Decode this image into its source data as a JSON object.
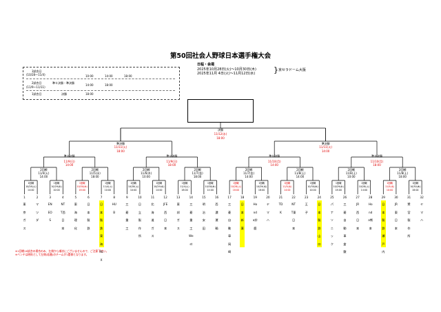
{
  "title": "第50回社会人野球日本選手権大会",
  "venue": {
    "header": "日程・会場",
    "dates": [
      "2025年10月28日(火)～10月30日(木)",
      "2025年11月 4日(火)～11月12日(水)"
    ],
    "stadium": "京セラドーム大阪"
  },
  "schedule": [
    {
      "round": "3試合日",
      "dates": "(10/28～11/4)",
      "times": [
        "10:00",
        "14:00",
        "18:00"
      ]
    },
    {
      "round": "2試合日",
      "sub": "準々決勝・準決勝",
      "dates": "(11/9～11/11)",
      "times": [
        "14:00",
        "18:00"
      ]
    },
    {
      "round": "1試合日",
      "sub": "決勝",
      "dates": "",
      "times": [
        "18:00"
      ]
    }
  ],
  "final": {
    "label": "決勝",
    "date": "11/12(水)",
    "time": "18:00"
  },
  "semis": [
    {
      "label": "準決勝",
      "date": "11/11(火)",
      "time": "18:00"
    },
    {
      "label": "準決勝",
      "date": "11/11(火)",
      "time": "14:00"
    }
  ],
  "quarters": [
    {
      "label": "準々決勝",
      "date": "11/9(日)",
      "time": "14:00"
    },
    {
      "label": "準々決勝",
      "date": "11/9(日)",
      "time": "18:00"
    },
    {
      "label": "準々決勝",
      "date": "11/10(月)",
      "time": "14:00"
    },
    {
      "label": "準々決勝",
      "date": "11/10(月)",
      "time": "18:00"
    }
  ],
  "round2": [
    {
      "label": "2回戦",
      "date": "11/4(火)",
      "time": "14:00"
    },
    {
      "label": "2回戦",
      "date": "11/5(水)",
      "time": "18:00"
    },
    {
      "label": "2回戦",
      "date": "11/6(木)",
      "time": "10:00"
    },
    {
      "label": "2回戦",
      "date": "11/7(金)",
      "time": "18:00"
    },
    {
      "label": "2回戦",
      "date": "11/7(金)",
      "time": "14:00"
    },
    {
      "label": "2回戦",
      "date": "11/8(土)",
      "time": "14:00"
    },
    {
      "label": "2回戦",
      "date": "11/8(土)",
      "time": "10:00"
    },
    {
      "label": "2回戦",
      "date": "11/8(土)",
      "time": "18:00"
    }
  ],
  "round1": [
    {
      "label": "1回戦",
      "date": "10/28(火)",
      "time": "14:00"
    },
    {
      "label": "1回戦",
      "date": "10/29(水)",
      "time": "10:00"
    },
    {
      "label": "1回戦",
      "date": "10/30(木)",
      "time": "18:00",
      "red": true
    },
    {
      "label": "1回戦",
      "date": "11/4(火)",
      "time": "10:00"
    },
    {
      "label": "1回戦",
      "date": "10/28(火)",
      "time": "10:00"
    },
    {
      "label": "1回戦",
      "date": "10/29(水)",
      "time": "14:00"
    },
    {
      "label": "1回戦",
      "date": "11/4(火)",
      "time": "18:00"
    },
    {
      "label": "1回戦",
      "date": "10/30(木)",
      "time": "14:00"
    },
    {
      "label": "1回戦",
      "date": "10/28(火)",
      "time": "18:00",
      "red": true
    },
    {
      "label": "1回戦",
      "date": "10/29(水)",
      "time": "18:00"
    },
    {
      "label": "1回戦",
      "date": "11/5(水)",
      "time": "14:00",
      "red": true
    },
    {
      "label": "1回戦",
      "date": "10/30(木)",
      "time": "10:00"
    },
    {
      "label": "1回戦",
      "date": "10/29(水)",
      "time": "18:00"
    },
    {
      "label": "1回戦",
      "date": "10/28(火)",
      "time": "14:00"
    },
    {
      "label": "1回戦",
      "date": "11/5(水)",
      "time": "10:00",
      "red": true
    },
    {
      "label": "1回戦",
      "date": "10/30(木)",
      "time": "18:00"
    }
  ],
  "teams": [
    {
      "no": "1",
      "name": "東京ガス"
    },
    {
      "no": "2",
      "name": "マツダ"
    },
    {
      "no": "3",
      "name": "ENEOS"
    },
    {
      "no": "4",
      "name": "NTT西日本"
    },
    {
      "no": "5",
      "name": "東海理化"
    },
    {
      "no": "6",
      "name": "日本製鉄"
    },
    {
      "no": "7",
      "name": "日本製鉄東海REX",
      "hl": true
    },
    {
      "no": "8",
      "name": "HUB"
    },
    {
      "no": "9",
      "name": "三菱重工"
    },
    {
      "no": "10",
      "name": "日立製作所"
    },
    {
      "no": "11",
      "name": "北海道ガス"
    },
    {
      "no": "12",
      "name": "JFE西日本"
    },
    {
      "no": "13",
      "name": "東邦ガス"
    },
    {
      "no": "14",
      "name": "三菱重工West"
    },
    {
      "no": "15",
      "name": "明治安田"
    },
    {
      "no": "16",
      "name": "西濃運輸"
    },
    {
      "no": "17",
      "name": "三菱自動車岡崎"
    },
    {
      "no": "18",
      "name": "日本新薬",
      "hl": true
    },
    {
      "no": "19",
      "name": "Honda鈴鹿"
    },
    {
      "no": "20",
      "name": "ヤマハ"
    },
    {
      "no": "21",
      "name": "TDK"
    },
    {
      "no": "22",
      "name": "NTT東日本"
    },
    {
      "no": "23",
      "name": "王子"
    },
    {
      "no": "24",
      "name": "日本製鉄山口",
      "hl": true
    },
    {
      "no": "25",
      "name": "パナソニック"
    },
    {
      "no": "26",
      "name": "三菱自動車倉敷"
    },
    {
      "no": "27",
      "name": "JR西日本"
    },
    {
      "no": "28",
      "name": "Honda熊本"
    },
    {
      "no": "29",
      "name": "日本製鉄瀬戸内",
      "hl": true
    },
    {
      "no": "30",
      "name": "JR東日本"
    },
    {
      "no": "31",
      "name": "鷺宮製作所"
    },
    {
      "no": "32",
      "name": "ヤマハ"
    }
  ],
  "notes": [
    "※1回戦16試合の場合のみ、左側から順次にございませんので、ご注意下さい。",
    "※ベンチは原則として左側(若番)のチームが1塁側となります。"
  ]
}
